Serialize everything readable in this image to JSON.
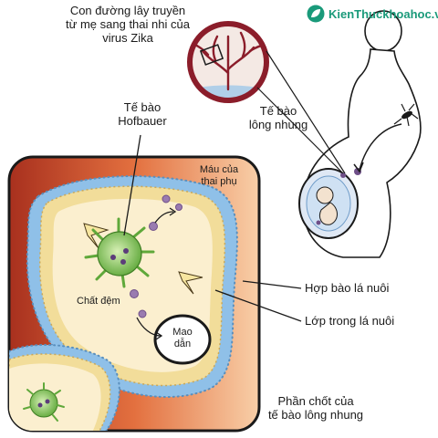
{
  "watermark": {
    "text": "KienThuckhoahoc.vn",
    "color": "#1a9a7a"
  },
  "labels": {
    "transmission": "Con đường lây truyền\ntừ mẹ sang thai nhi của\nvirus Zika",
    "hofbauer": "Tế bào\nHofbauer",
    "villus_cell": "Tế bào\nlông nhung",
    "maternal_blood": "Máu của\nthai phụ",
    "cytotrophoblast": "Hợp bào lá nuôi",
    "syncytiotrophoblast": "Lớp trong lá nuôi",
    "stroma": "Chất đệm",
    "capillary": "Mao\ndẫn",
    "villus_core": "Phần chốt của\ntế bào lông nhung"
  },
  "colors": {
    "blood_red": "#b83a24",
    "blood_orange": "#ef8a55",
    "blood_light": "#f7c7a0",
    "membrane_blue": "#8fc0e8",
    "inner_yellow": "#f2dd9a",
    "stroma": "#fbefcf",
    "cell_green": "#7dc24a",
    "virus_purple": "#9a7bb0",
    "tree_dark_red": "#8b1d2a"
  }
}
